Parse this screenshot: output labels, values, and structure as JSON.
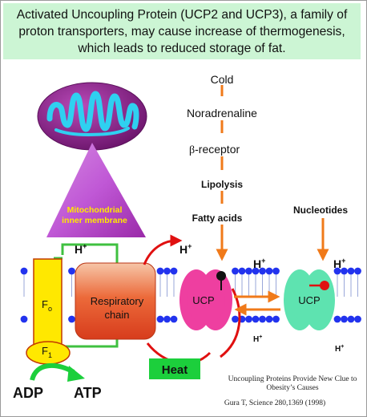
{
  "header": {
    "caption": "Activated Uncoupling Protein (UCP2 and UCP3), a family of proton transporters, may cause increase of thermogenesis, which leads to reduced storage of fat."
  },
  "pathway": {
    "cold": "Cold",
    "noradrenaline": "Noradrenaline",
    "receptor_symbol": "β",
    "receptor": "-receptor",
    "lipolysis": "Lipolysis",
    "fatty_acids": "Fatty acids",
    "nucleotides": "Nucleotides"
  },
  "mito": {
    "label_line1": "Mitochondrial",
    "label_line2": "inner membrane"
  },
  "complexes": {
    "fo_base": "F",
    "fo_sub": "o",
    "f1_base": "F",
    "f1_sub": "1",
    "resp_line1": "Respiratory",
    "resp_line2": "chain",
    "ucp_left": "UCP",
    "ucp_right": "UCP"
  },
  "ions": {
    "h": "H",
    "plus": "+"
  },
  "energy": {
    "adp": "ADP",
    "atp": "ATP",
    "heat": "Heat"
  },
  "citation": {
    "line1": "Uncoupling Proteins Provide New Clue to",
    "line2": "Obesity’s Causes",
    "line3": "Gura T,  Science 280,1369 (1998)"
  },
  "colors": {
    "banner_bg": "#ccf5d4",
    "membrane_head": "#2233ee",
    "ucp_pink": "#ee3fa0",
    "ucp_teal": "#5ee3b0",
    "arrow_orange": "#f07a1a",
    "arrow_red": "#e01010",
    "heat_green": "#1ccf3c",
    "atp_yellow": "#ffe800",
    "resp_red": "#e84a2a",
    "mito_purple": "#8a1f8a",
    "mito_cyan": "#2fd0f0"
  }
}
